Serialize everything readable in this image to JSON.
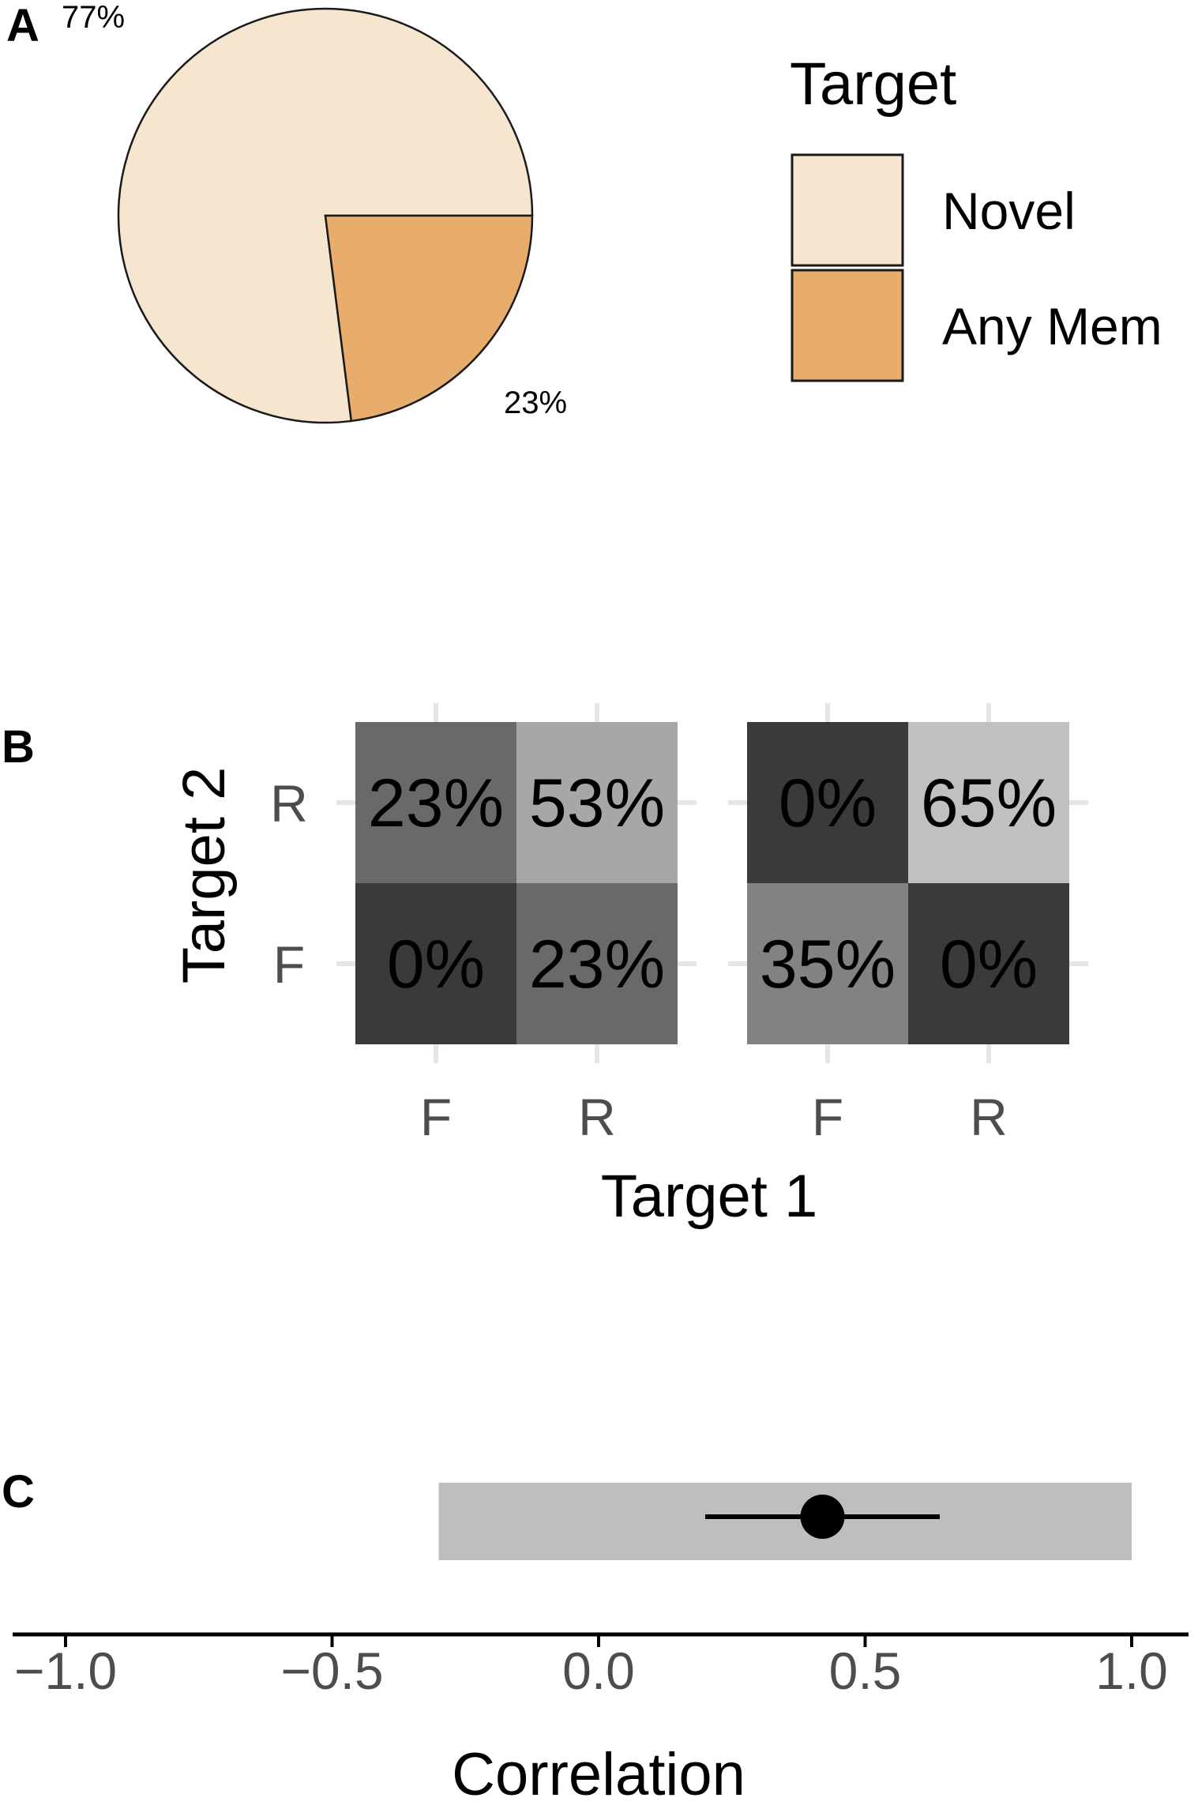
{
  "panels": {
    "a": "A",
    "b": "B",
    "c": "C"
  },
  "colors": {
    "novel": "#f6e5cf",
    "any_mem": "#e8ac6c",
    "ci_band": "#bebebe",
    "grid": "#e6e6e6"
  },
  "chart_data": [
    {
      "panel": "A",
      "type": "pie",
      "slices": [
        {
          "label": "Novel",
          "value": 77,
          "text": "77%"
        },
        {
          "label": "Any Mem",
          "value": 23,
          "text": "23%"
        }
      ],
      "legend": {
        "title": "Target",
        "entries": [
          "Novel",
          "Any Mem"
        ],
        "placement": "right"
      }
    },
    {
      "panel": "B",
      "type": "heatmap",
      "xlabel": "Target 1",
      "ylabel": "Target 2",
      "x_categories": [
        "F",
        "R"
      ],
      "y_categories": [
        "F",
        "R"
      ],
      "facets": [
        {
          "cells": [
            {
              "x": "F",
              "y": "R",
              "value": 23,
              "text": "23%"
            },
            {
              "x": "R",
              "y": "R",
              "value": 53,
              "text": "53%"
            },
            {
              "x": "F",
              "y": "F",
              "value": 0,
              "text": "0%"
            },
            {
              "x": "R",
              "y": "F",
              "value": 23,
              "text": "23%"
            }
          ]
        },
        {
          "cells": [
            {
              "x": "F",
              "y": "R",
              "value": 0,
              "text": "0%"
            },
            {
              "x": "R",
              "y": "R",
              "value": 65,
              "text": "65%"
            },
            {
              "x": "F",
              "y": "F",
              "value": 35,
              "text": "35%"
            },
            {
              "x": "R",
              "y": "F",
              "value": 0,
              "text": "0%"
            }
          ]
        }
      ]
    },
    {
      "panel": "C",
      "type": "scatter",
      "xlabel": "Correlation",
      "xlim": [
        -1.1,
        1.1
      ],
      "xticks": [
        -1.0,
        -0.5,
        0.0,
        0.5,
        1.0
      ],
      "xtick_labels": [
        "−1.0",
        "−0.5",
        "0.0",
        "0.5",
        "1.0"
      ],
      "band": [
        -0.3,
        1.0
      ],
      "point": 0.42,
      "interval": [
        0.2,
        0.64
      ]
    }
  ]
}
